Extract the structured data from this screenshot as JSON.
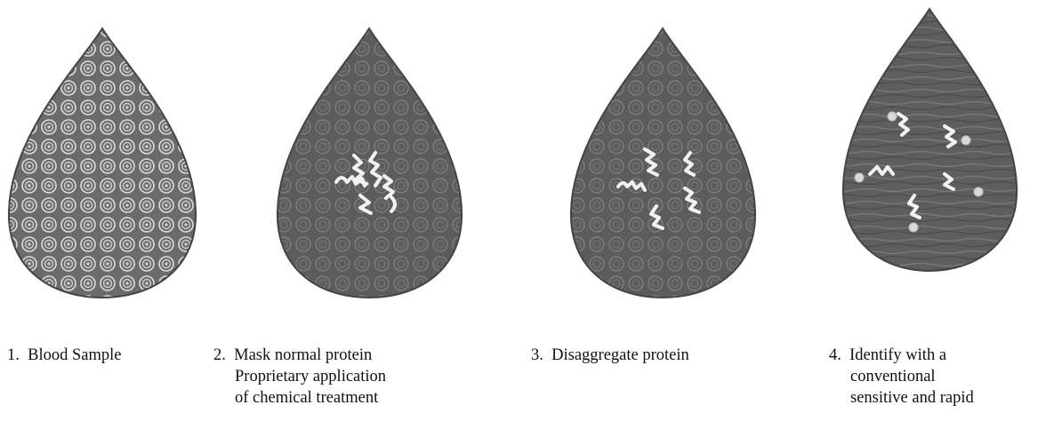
{
  "steps": [
    {
      "number": "1.",
      "lines": [
        "Blood Sample"
      ]
    },
    {
      "number": "2.",
      "lines": [
        "Mask normal protein",
        "Proprietary application",
        "of chemical treatment"
      ]
    },
    {
      "number": "3.",
      "lines": [
        "Disaggregate protein"
      ]
    },
    {
      "number": "4.",
      "lines": [
        "Identify with a",
        "conventional",
        "sensitive and rapid"
      ]
    }
  ],
  "colors": {
    "drop_fill": "#5a5a5a",
    "drop_texture": "#8a8a8a",
    "protein": "#f2f2f2",
    "sample_swirl": "#d8d8d8"
  }
}
